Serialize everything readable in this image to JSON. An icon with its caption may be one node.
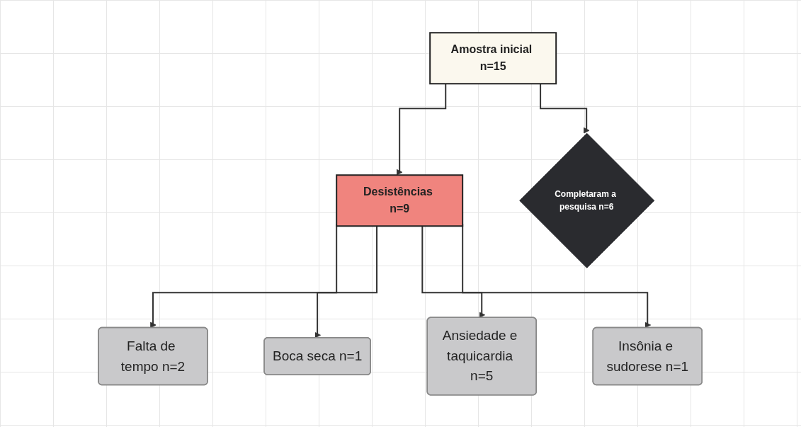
{
  "diagram": {
    "nodes": [
      {
        "text": [
          "Amostra inicial n=15"
        ]
      },
      {
        "text": [
          "Desistências n=9"
        ]
      },
      {
        "text": [
          "Completaram a pesquisa n=6"
        ]
      },
      {
        "text": [
          "Falta de tempo n=2"
        ]
      },
      {
        "text": [
          "Boca seca n=1"
        ]
      },
      {
        "text": [
          "Ansiedade e taquicardia n=5"
        ]
      },
      {
        "text": [
          "Insônia e sudorese n=1"
        ]
      }
    ],
    "edges": [
      {
        "from": 0,
        "to": 1,
        "arrow": "to"
      },
      {
        "from": 0,
        "to": 2,
        "arrow": "to"
      },
      {
        "from": 1,
        "to": 3,
        "arrow": "to"
      },
      {
        "from": 1,
        "to": 4,
        "arrow": "to"
      },
      {
        "from": 1,
        "to": 5,
        "arrow": "to"
      },
      {
        "from": 1,
        "to": 6,
        "arrow": "to"
      }
    ]
  }
}
